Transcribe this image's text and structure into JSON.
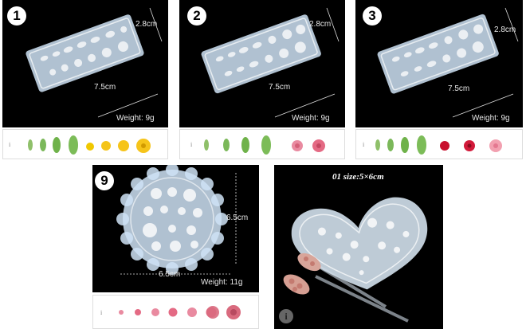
{
  "panels": [
    {
      "badge": "1",
      "width_label": "7.5cm",
      "height_label": "2.8cm",
      "weight": "Weight:  9g",
      "swatch_colors": [
        "#8fc06a",
        "#6fb24a",
        "#f0c800",
        "#f4c418",
        "#f6c41a"
      ]
    },
    {
      "badge": "2",
      "width_label": "7.5cm",
      "height_label": "2.8cm",
      "weight": "Weight:  9g",
      "swatch_colors": [
        "#8fc06a",
        "#6fb24a",
        "#e98aa0",
        "#e46a84"
      ]
    },
    {
      "badge": "3",
      "width_label": "7.5cm",
      "height_label": "2.8cm",
      "weight": "Weight:  9g",
      "swatch_colors": [
        "#8fc06a",
        "#6fb24a",
        "#c8102e",
        "#d21a3a",
        "#f2a0b0"
      ]
    },
    {
      "badge": "9",
      "width_label": "6.5cm",
      "height_label": "6.5cm",
      "weight": "Weight:  11g",
      "swatch_colors": [
        "#e98aa0",
        "#e46a84",
        "#e98aa0",
        "#e46a84",
        "#d96a7e"
      ]
    }
  ],
  "panel5": {
    "title": "01     size:5×6cm",
    "info_glyph": "i"
  },
  "info_glyph": "i",
  "colors": {
    "photo_bg": "#000000",
    "mold": "#dfeefc",
    "strip_bg": "#ffffff"
  }
}
